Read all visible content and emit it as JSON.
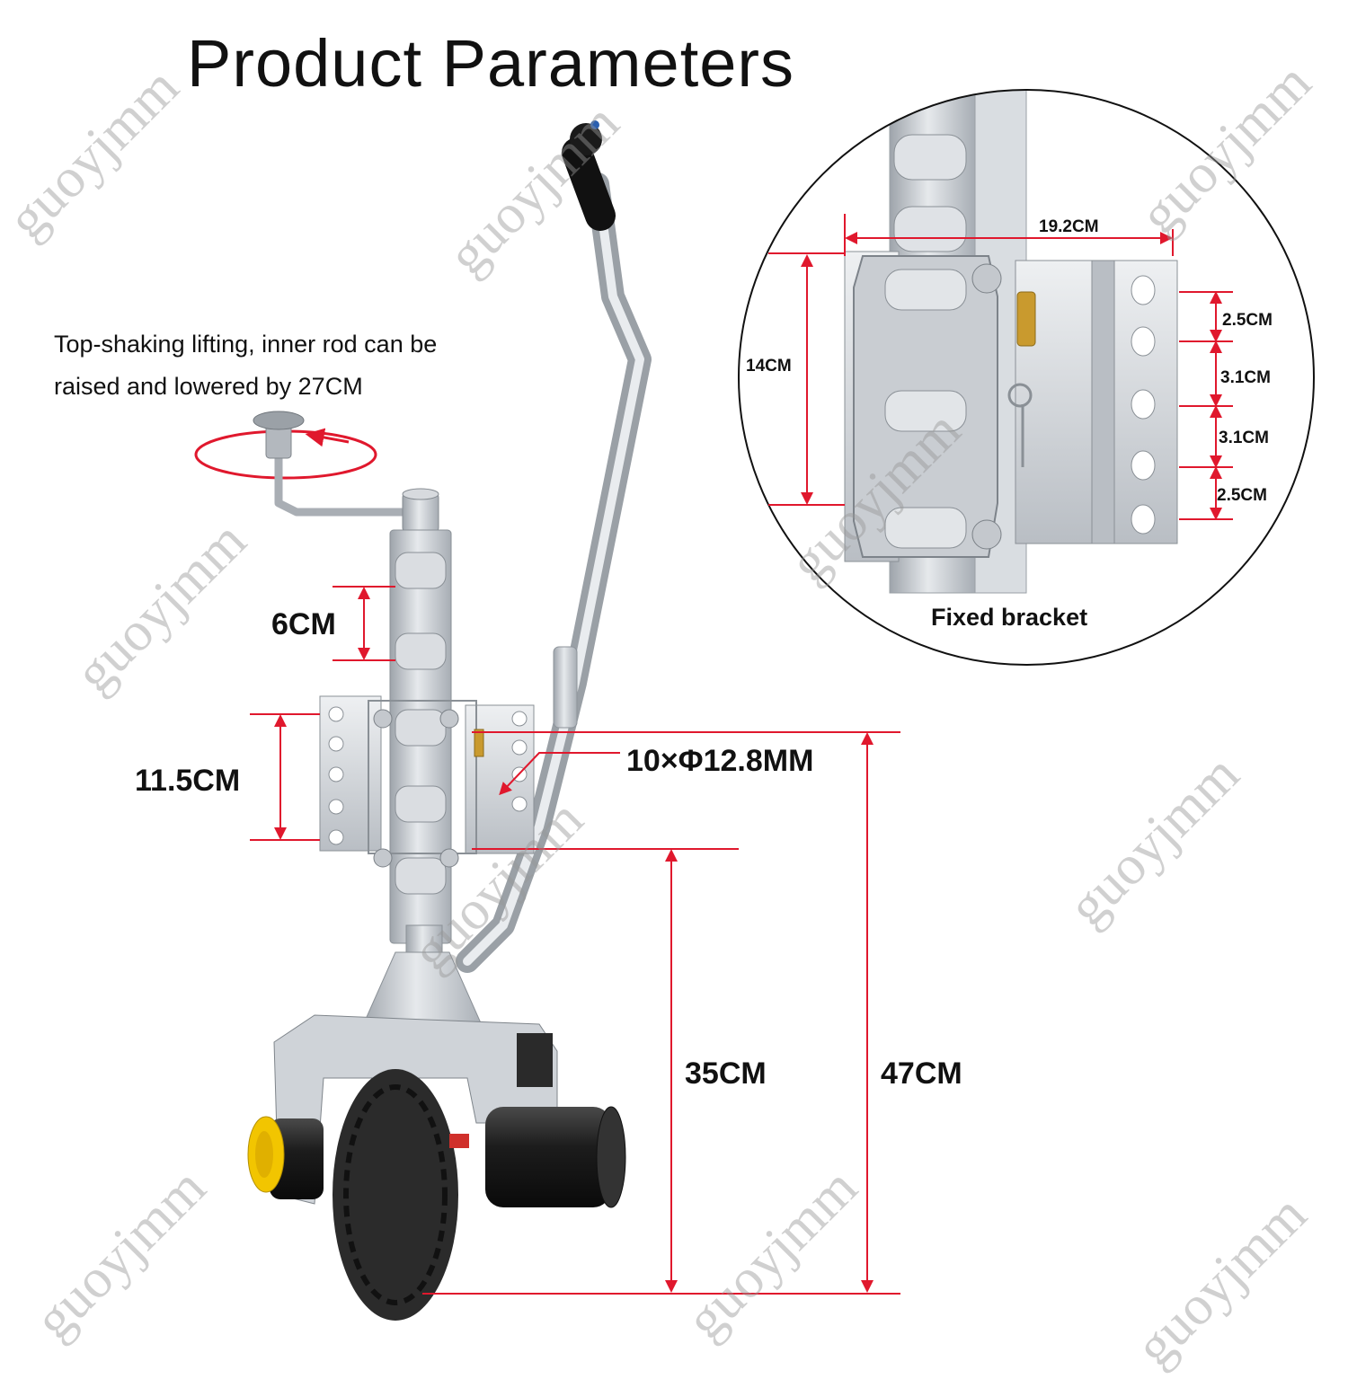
{
  "title": "Product Parameters",
  "lift_note": {
    "line1": "Top-shaking lifting, inner rod can be",
    "line2": "raised and lowered by 27CM"
  },
  "dimensions": {
    "rack_pitch": "6CM",
    "plate_height": "11.5CM",
    "holes": "10×Φ12.8MM",
    "ground_to_plate": "35CM",
    "total_height": "47CM"
  },
  "detail": {
    "caption": "Fixed bracket",
    "width": "19.2CM",
    "height": "14CM",
    "spacing": [
      "2.5CM",
      "3.1CM",
      "3.1CM",
      "2.5CM"
    ]
  },
  "watermark": "guoyjmm",
  "colors": {
    "dimension_line": "#e0182d",
    "metal": "#c8ccd2",
    "motor": "#1c1c1c",
    "cap": "#f2c500"
  }
}
